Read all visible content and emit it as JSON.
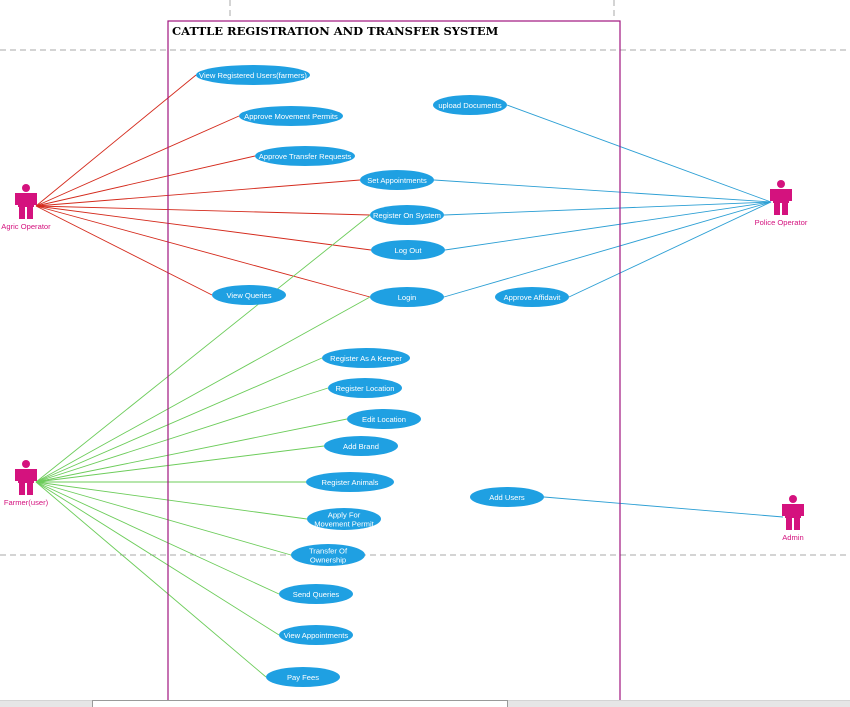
{
  "title": "CATTLE REGISTRATION AND TRANSFER SYSTEM",
  "colors": {
    "usecase_fill": "#1fa0e2",
    "usecase_text": "#ffffff",
    "actor": "#d4127e",
    "boundary": "#a0147e",
    "agric_lines": "#d42a1c",
    "police_lines": "#2c9fd4",
    "farmer_lines": "#6ccc5a",
    "admin_lines": "#2c9fd4",
    "dashed": "#a8a8a8"
  },
  "actors": [
    {
      "id": "agric",
      "label": "Agric Operator"
    },
    {
      "id": "farmer",
      "label": "Farmer(user)"
    },
    {
      "id": "police",
      "label": "Police Operator"
    },
    {
      "id": "admin",
      "label": "Admin"
    }
  ],
  "usecases": [
    {
      "id": "view-registered-users",
      "lines": [
        "View Registered Users(farmers)"
      ]
    },
    {
      "id": "approve-movement-permits",
      "lines": [
        "Approve Movement Permits"
      ]
    },
    {
      "id": "approve-transfer-requests",
      "lines": [
        "Approve Transfer Requests"
      ]
    },
    {
      "id": "upload-documents",
      "lines": [
        "upload Documents"
      ]
    },
    {
      "id": "set-appointments",
      "lines": [
        "Set Appointments"
      ]
    },
    {
      "id": "register-on-system",
      "lines": [
        "Register On System"
      ]
    },
    {
      "id": "log-out",
      "lines": [
        "Log Out"
      ]
    },
    {
      "id": "view-queries",
      "lines": [
        "View Queries"
      ]
    },
    {
      "id": "login",
      "lines": [
        "Login"
      ]
    },
    {
      "id": "approve-affidavit",
      "lines": [
        "Approve Affidavit"
      ]
    },
    {
      "id": "register-as-keeper",
      "lines": [
        "Register As A Keeper"
      ]
    },
    {
      "id": "register-location",
      "lines": [
        "Register Location"
      ]
    },
    {
      "id": "edit-location",
      "lines": [
        "Edit Location"
      ]
    },
    {
      "id": "add-brand",
      "lines": [
        "Add Brand"
      ]
    },
    {
      "id": "register-animals",
      "lines": [
        "Register Animals"
      ]
    },
    {
      "id": "add-users",
      "lines": [
        "Add Users"
      ]
    },
    {
      "id": "apply-movement-permit",
      "lines": [
        "Apply For",
        "Movement Permit"
      ]
    },
    {
      "id": "transfer-ownership",
      "lines": [
        "Transfer Of",
        "Ownership"
      ]
    },
    {
      "id": "send-queries",
      "lines": [
        "Send Queries"
      ]
    },
    {
      "id": "view-appointments",
      "lines": [
        "View Appointments"
      ]
    },
    {
      "id": "pay-fees",
      "lines": [
        "Pay Fees"
      ]
    }
  ],
  "associations": [
    {
      "actor": "agric",
      "usecases": [
        "view-registered-users",
        "approve-movement-permits",
        "approve-transfer-requests",
        "set-appointments",
        "register-on-system",
        "log-out",
        "view-queries",
        "login"
      ]
    },
    {
      "actor": "police",
      "usecases": [
        "upload-documents",
        "set-appointments",
        "register-on-system",
        "log-out",
        "login",
        "approve-affidavit"
      ]
    },
    {
      "actor": "farmer",
      "usecases": [
        "register-on-system",
        "login",
        "register-as-keeper",
        "register-location",
        "edit-location",
        "add-brand",
        "register-animals",
        "apply-movement-permit",
        "transfer-ownership",
        "send-queries",
        "view-appointments",
        "pay-fees"
      ]
    },
    {
      "actor": "admin",
      "usecases": [
        "add-users"
      ]
    }
  ]
}
